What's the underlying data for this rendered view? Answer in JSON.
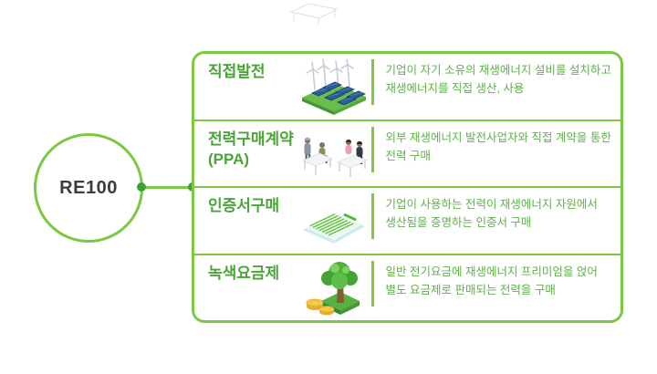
{
  "diagram": {
    "hub_label": "RE100",
    "colors": {
      "line_green": "#7cc843",
      "title_green": "#4aa437",
      "desc_green": "#5db148",
      "dot_green": "#3f9f3b",
      "hub_text": "#3d3d3d"
    },
    "rows": [
      {
        "title": "직접발전",
        "title2": "",
        "icon": "wind-solar-plant",
        "desc1": "기업이 자기 소유의 재생에너지 설비를 설치하고",
        "desc2": "재생에너지를 직접 생산, 사용"
      },
      {
        "title": "전력구매계약",
        "title2": "(PPA)",
        "icon": "ppa-meeting",
        "desc1": "외부 재생에너지 발전사업자와 직접 계약을 통한",
        "desc2": "전력 구매"
      },
      {
        "title": "인증서구매",
        "title2": "",
        "icon": "certificate-document",
        "desc1": "기업이 사용하는 전력이 재생에너지 자원에서",
        "desc2": "생산됨을 증명하는 인증서 구매"
      },
      {
        "title": "녹색요금제",
        "title2": "",
        "icon": "tree-and-coins",
        "desc1": "일반 전기요금에 재생에너지 프리미엄을 얹어",
        "desc2": "별도 요금제로 판매되는 전력을 구매"
      }
    ]
  }
}
